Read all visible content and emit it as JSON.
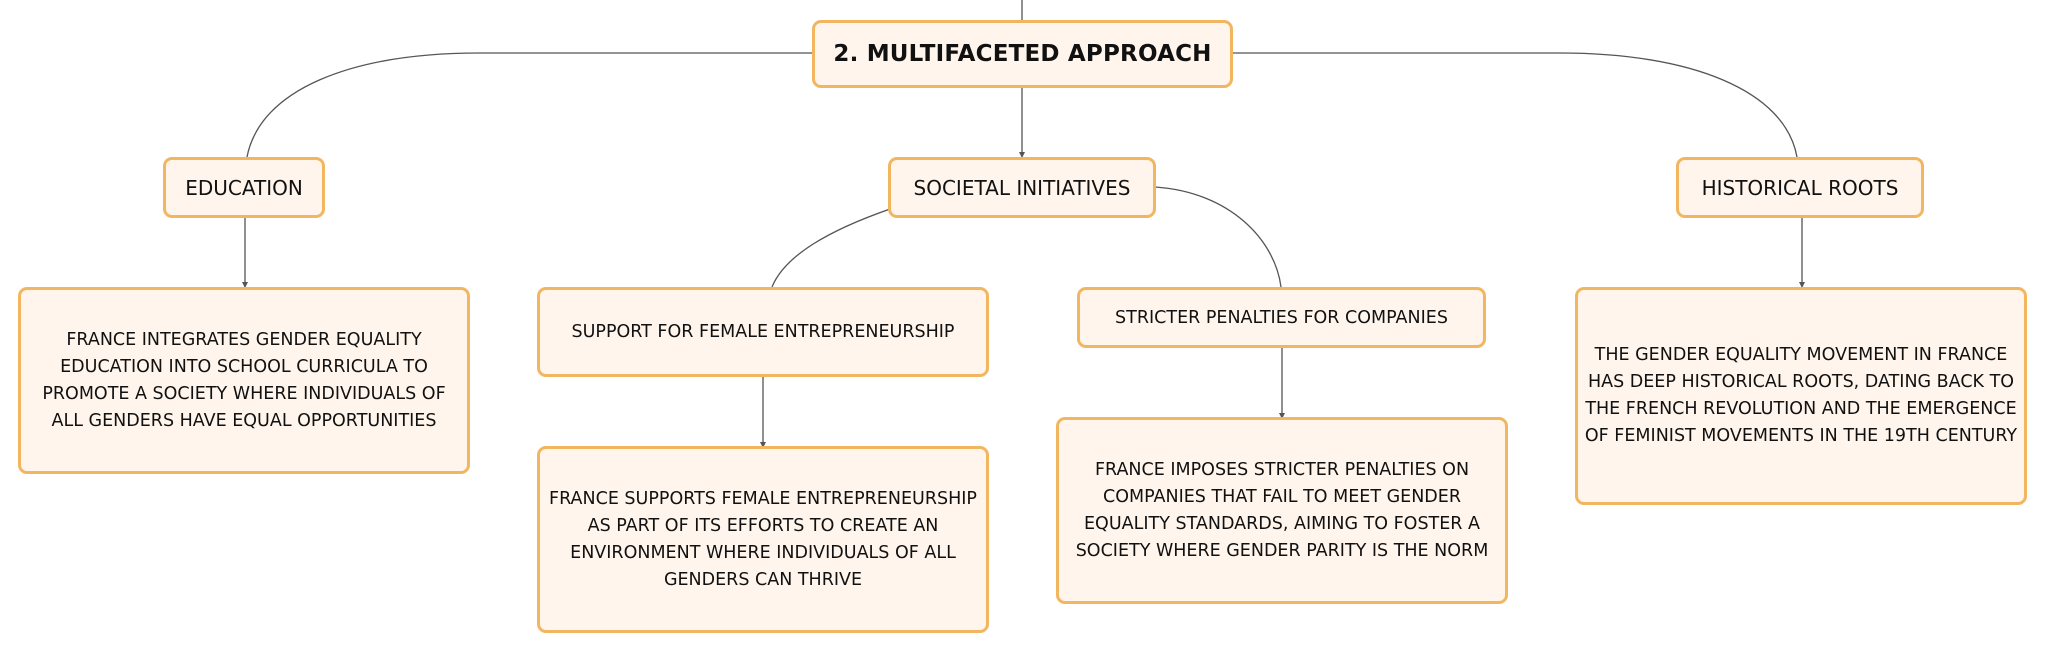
{
  "root": {
    "label": "2. MULTIFACETED APPROACH"
  },
  "branches": {
    "education": {
      "label": "EDUCATION",
      "detail": "FRANCE INTEGRATES GENDER EQUALITY EDUCATION INTO SCHOOL CURRICULA TO PROMOTE A SOCIETY WHERE INDIVIDUALS OF ALL GENDERS HAVE EQUAL OPPORTUNITIES"
    },
    "societal": {
      "label": "SOCIETAL INITIATIVES",
      "entrepreneurship": {
        "label": "SUPPORT FOR FEMALE ENTREPRENEURSHIP",
        "detail": "FRANCE SUPPORTS FEMALE ENTREPRENEURSHIP AS PART OF ITS EFFORTS TO CREATE AN ENVIRONMENT WHERE INDIVIDUALS OF ALL GENDERS CAN THRIVE"
      },
      "penalties": {
        "label": "STRICTER PENALTIES FOR COMPANIES",
        "detail": "FRANCE IMPOSES STRICTER PENALTIES ON COMPANIES THAT FAIL TO MEET GENDER EQUALITY STANDARDS, AIMING TO FOSTER A SOCIETY WHERE GENDER PARITY IS THE NORM"
      }
    },
    "historical": {
      "label": "HISTORICAL ROOTS",
      "detail": "THE GENDER EQUALITY MOVEMENT IN FRANCE HAS DEEP HISTORICAL ROOTS, DATING BACK TO THE FRENCH REVOLUTION AND THE EMERGENCE OF FEMINIST MOVEMENTS IN THE 19TH CENTURY"
    }
  },
  "colors": {
    "node_fill": "#fff5ec",
    "node_border": "#f2b661",
    "connector": "#555555"
  }
}
